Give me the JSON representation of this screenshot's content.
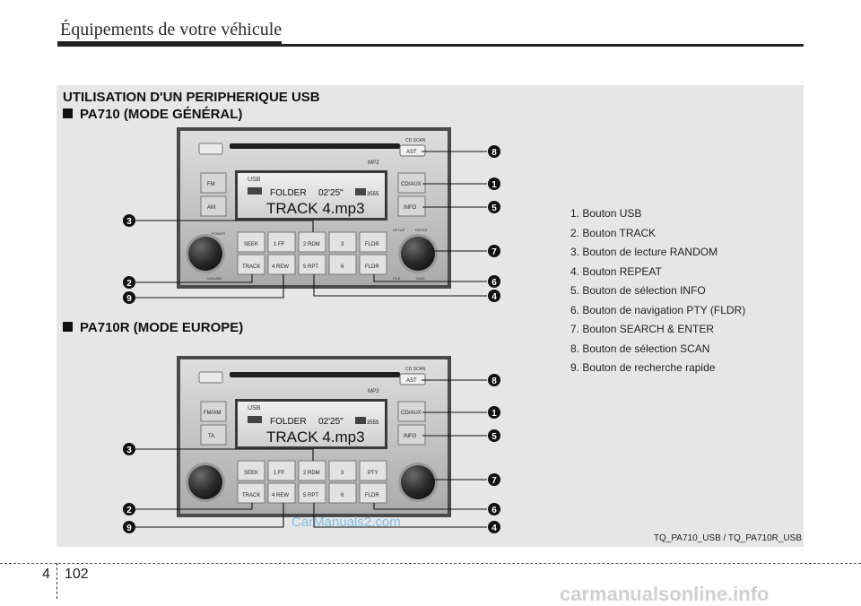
{
  "header": {
    "title": "Équipements de votre véhicule"
  },
  "section": {
    "title": "UTILISATION D'UN PERIPHERIQUE USB",
    "mode1_title": "PA710  (MODE GÉNÉRAL)",
    "mode2_title": "PA710R (MODE EUROPE)"
  },
  "legend": [
    "1. Bouton USB",
    "2. Bouton TRACK",
    "3. Bouton de lecture RANDOM",
    "4. Bouton REPEAT",
    "5. Bouton de sélection INFO",
    "6. Bouton de navigation PTY (FLDR)",
    "7. Bouton SEARCH & ENTER",
    "8. Bouton de sélection SCAN",
    "9. Bouton de recherche rapide"
  ],
  "caption": "TQ_PA710_USB / TQ_PA710R_USB",
  "footer": {
    "chapter": "4",
    "page": "102"
  },
  "watermarks": {
    "primary": "CarManuals2.com",
    "secondary": "carmanualsonline.info"
  },
  "radio1": {
    "top_label": "CD SCAN",
    "ast": "AST",
    "mp3": "MP3",
    "left_top": "FM",
    "left_bottom": "AM",
    "power": "POWER",
    "volume": "VOLUME",
    "right_top": "CD/AUX",
    "right_bottom": "INFO",
    "setup": "SETUP",
    "enter": "ENTER",
    "file": "FILE",
    "tune": "TUNE",
    "display_mode": "USB",
    "display_folder": "FOLDER",
    "display_time": "02'25\"",
    "display_file_no": "3555",
    "display_track": "TRACK 4.mp3",
    "buttons": [
      "SEEK",
      "1  FF",
      "2 RDM",
      "3",
      "FLDR",
      "TRACK",
      "4 REW",
      "5 RPT",
      "6",
      "FLDR"
    ]
  },
  "radio2": {
    "top_label": "CD SCAN",
    "ast": "AST",
    "mp3": "MP3",
    "left_top": "FM/AM",
    "left_bottom": "TA",
    "right_top": "CD/AUX",
    "right_bottom": "INFO",
    "display_mode": "USB",
    "display_folder": "FOLDER",
    "display_time": "02'25\"",
    "display_file_no": "3555",
    "display_track": "TRACK 4.mp3",
    "buttons": [
      "SEEK",
      "1  FF",
      "2 RDM",
      "3",
      "PTY",
      "TRACK",
      "4 REW",
      "5 RPT",
      "6",
      "FLDR"
    ]
  },
  "callouts": {
    "radio1": {
      "left": [
        "3",
        "2",
        "9"
      ],
      "right": [
        "8",
        "1",
        "5",
        "7",
        "6",
        "4"
      ]
    },
    "radio2": {
      "left": [
        "3",
        "2",
        "9"
      ],
      "right": [
        "8",
        "1",
        "5",
        "7",
        "6",
        "4"
      ]
    }
  }
}
